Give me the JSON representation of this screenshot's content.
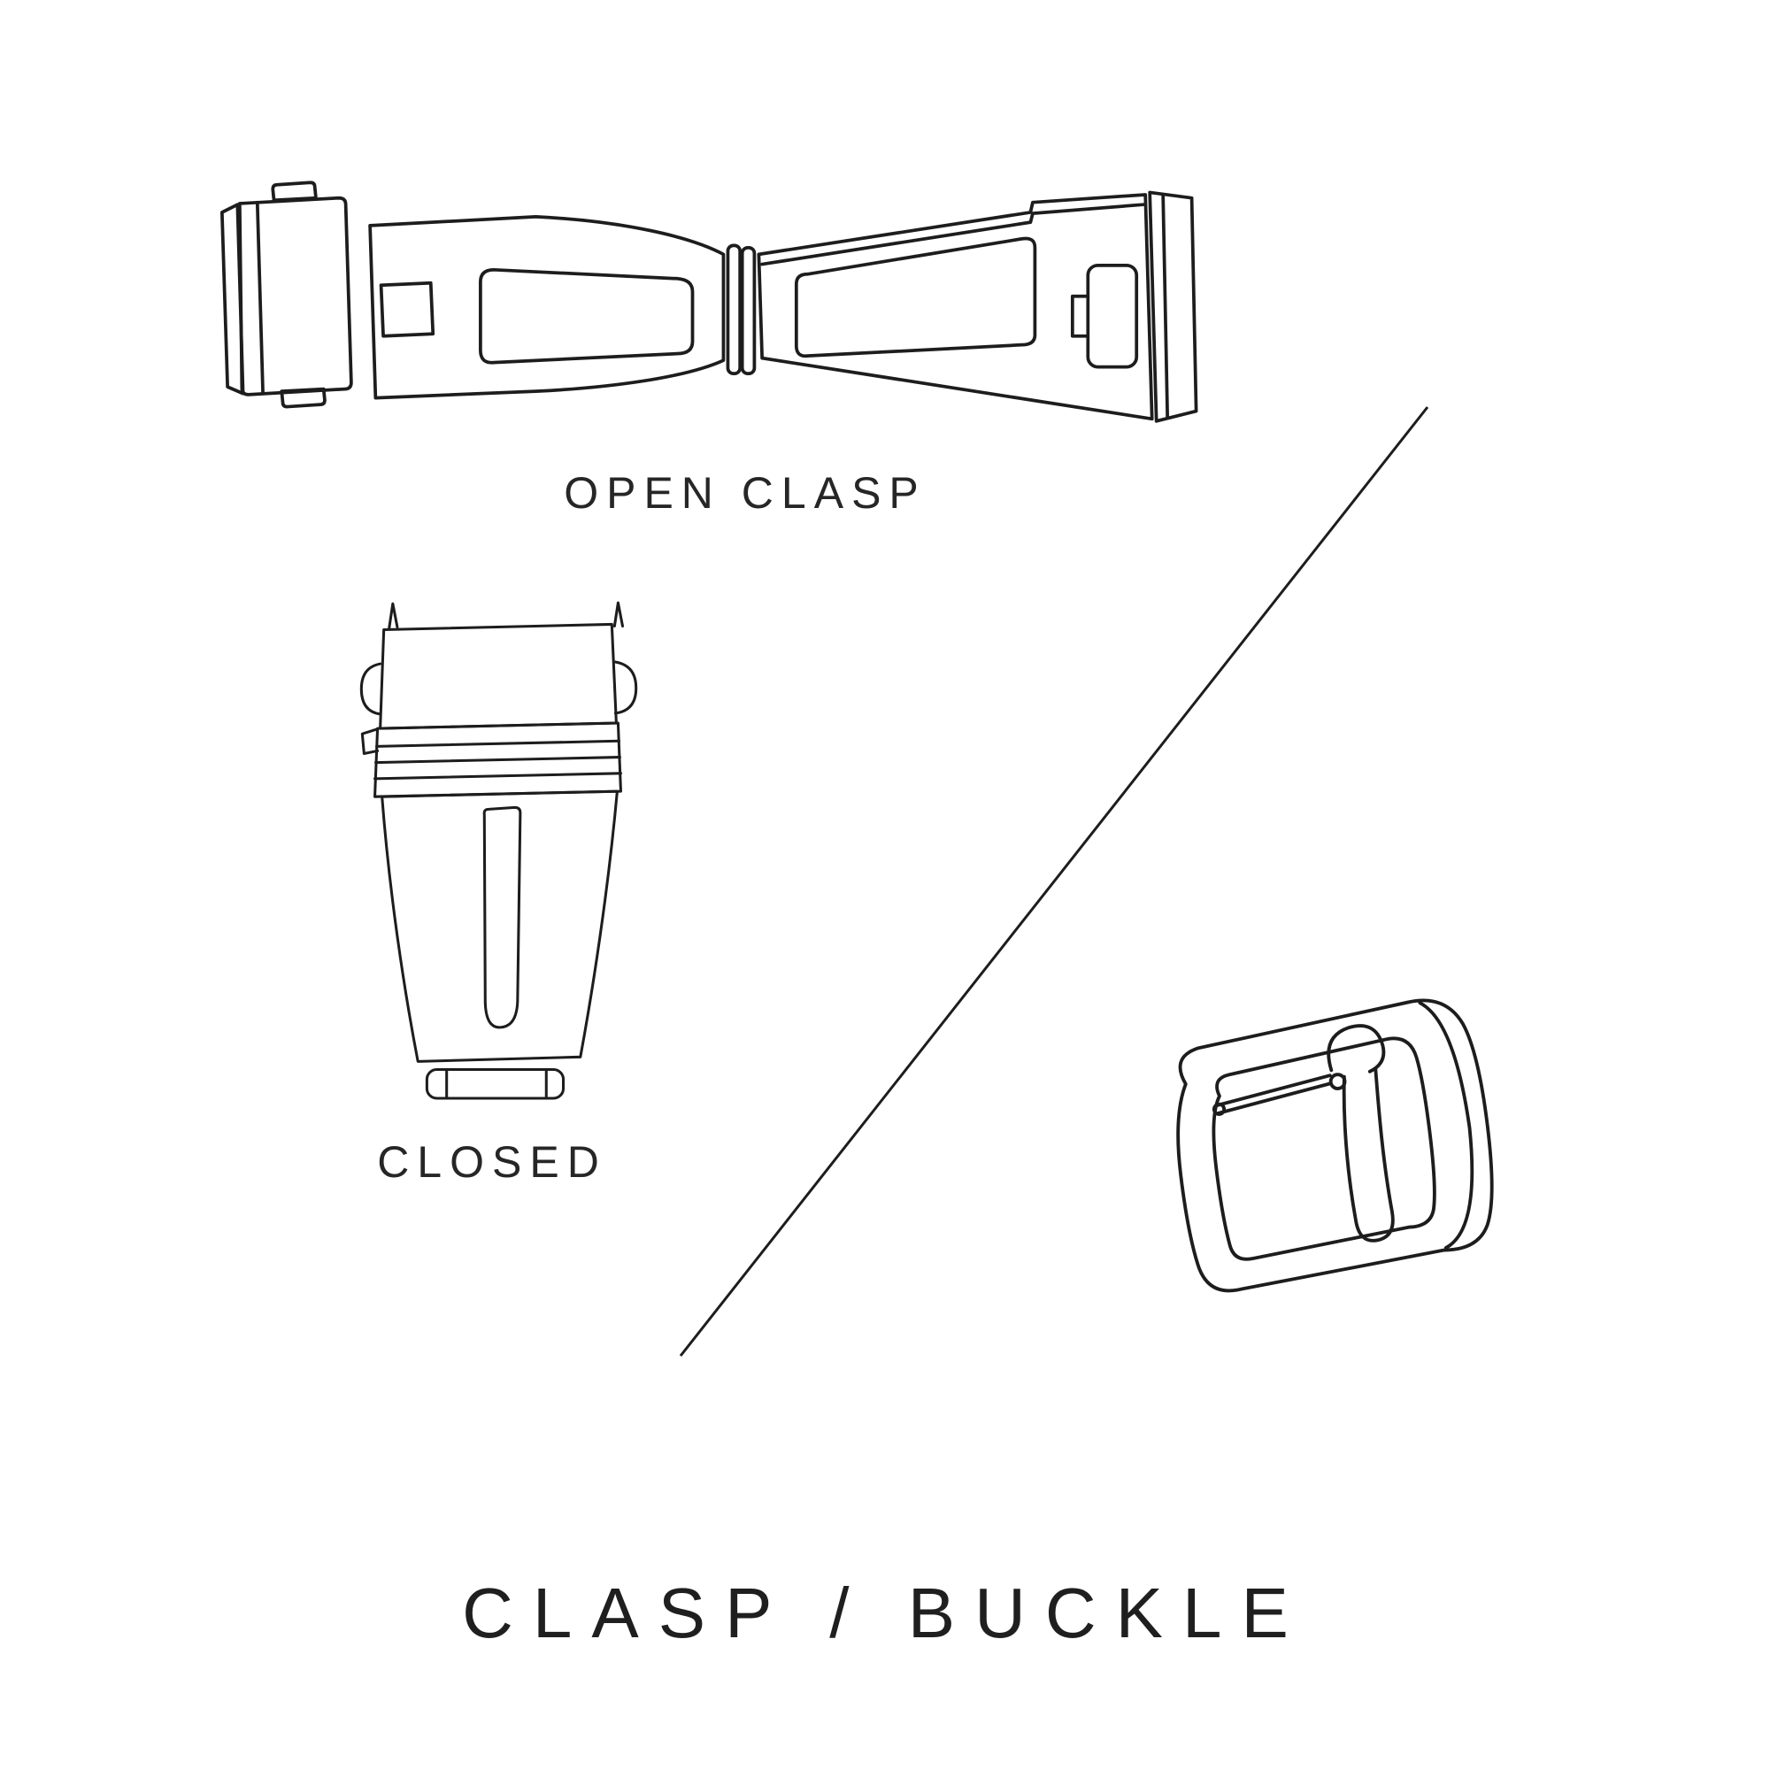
{
  "title": "CLASP / BUCKLE",
  "labels": {
    "open_clasp": "OPEN CLASP",
    "closed_clasp": "CLOSED"
  },
  "figures": {
    "open_clasp": "open watch clasp line illustration",
    "closed_clasp": "closed watch clasp line illustration",
    "buckle": "tang buckle line illustration",
    "divider": "diagonal divider line"
  },
  "colors": {
    "background": "#ffffff",
    "ink": "#1d1d1d",
    "text": "#262626"
  }
}
